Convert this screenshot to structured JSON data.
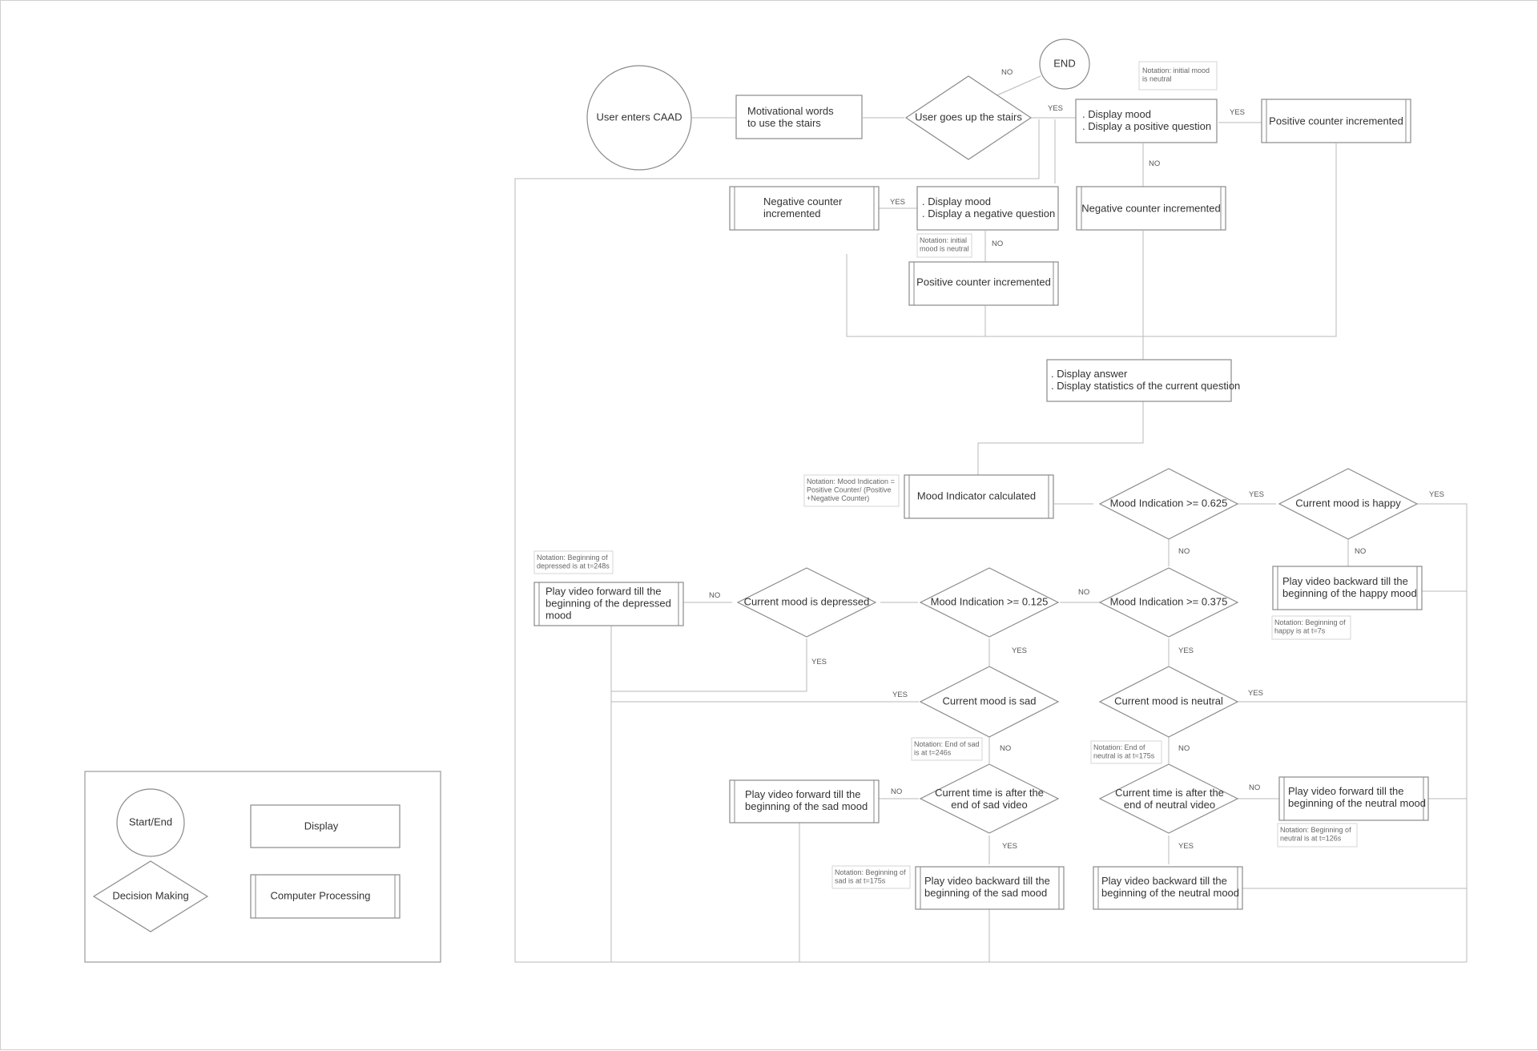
{
  "legend": {
    "start_end": "Start/End",
    "display": "Display",
    "decision": "Decision Making",
    "processing": "Computer Processing"
  },
  "nodes": {
    "start": "User enters CAAD",
    "motivation": "Motivational words to use the stairs",
    "stairs": "User goes up the stairs",
    "end": "END",
    "pos_question": ". Display mood\n. Display a positive question",
    "pos_counter_a": "Positive counter incremented",
    "neg_counter_a": "Negative counter incremented",
    "neg_question": ". Display mood\n. Display a negative question",
    "neg_counter_b": "Negative counter\nincremented",
    "pos_counter_b": "Positive counter incremented",
    "answer": ". Display answer\n. Display statistics of the current question",
    "mood_calc": "Mood Indicator calculated",
    "d_0625": "Mood Indication >= 0.625",
    "d_happy": "Current mood is happy",
    "back_happy": "Play video backward till the\nbeginning of the happy mood",
    "d_0375": "Mood Indication >= 0.375",
    "d_0125": "Mood Indication >= 0.125",
    "d_depressed": "Current mood is depressed",
    "fwd_depressed": "Play video forward till the\nbeginning of the depressed\nmood",
    "d_sad": "Current mood is sad",
    "d_neutral": "Current mood is neutral",
    "d_sad_time": "Current time is after the\nend of sad video",
    "d_neutral_time": "Current time is after the\nend of neutral video",
    "fwd_sad": "Play video forward till the\nbeginning of the sad mood",
    "fwd_neutral": "Play video forward till the\nbeginning of the neutral mood",
    "back_sad": "Play video backward till the\nbeginning of the sad mood",
    "back_neutral": "Play video backward till the\nbeginning of the neutral mood"
  },
  "notes": {
    "initial_mood_1": "Notation: initial mood\nis neutral",
    "initial_mood_2": "Notation: initial\nmood is neutral",
    "mood_formula": "Notation: Mood Indication =\nPositive Counter/ (Positive\n+Negative Counter)",
    "depressed_begin": "Notation: Beginning of\ndepressed is at t=248s",
    "happy_begin": "Notation: Beginning of\nhappy is at t=7s",
    "sad_end": "Notation: End of sad\nis at t=246s",
    "neutral_end": "Notation: End of\nneutral is at t=175s",
    "neutral_begin": "Notation: Beginning of\nneutral is at t=126s",
    "sad_begin": "Notation: Beginning of\nsad is at t=175s"
  },
  "labels": {
    "yes": "YES",
    "no": "NO"
  }
}
